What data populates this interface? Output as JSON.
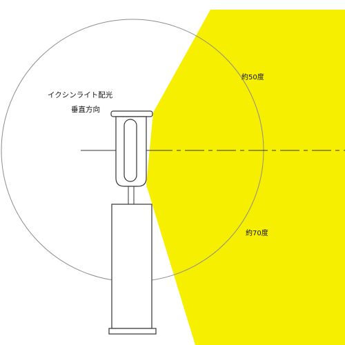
{
  "title": {
    "line1": "イクシンライト配光",
    "line2": "垂直方向"
  },
  "angles": {
    "upper": "約50度",
    "lower": "約70度"
  },
  "colors": {
    "beam": "#f7ef00",
    "outline": "#333333",
    "circle": "#888888",
    "background": "#ffffff"
  }
}
